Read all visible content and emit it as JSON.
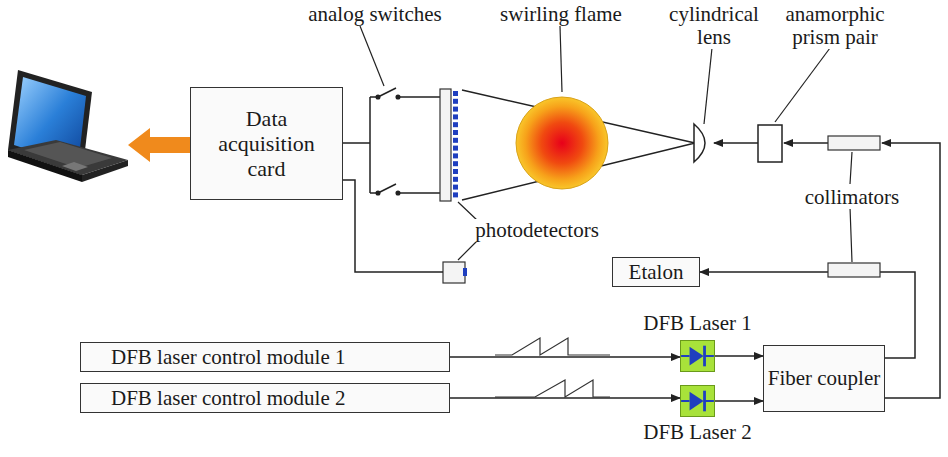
{
  "diagram": {
    "nodes": [
      {
        "text": [
          "Data acquisition card"
        ]
      },
      {
        "text": [
          "Etalon"
        ]
      },
      {
        "text": [
          "DFB Laser 1"
        ]
      },
      {
        "text": [
          "DFB laser control module 1"
        ]
      },
      {
        "text": [
          "DFB laser control module 2"
        ]
      },
      {
        "text": [
          "Fiber coupler"
        ]
      },
      {
        "text": [
          "DFB Laser 2"
        ]
      }
    ],
    "edges": [
      {
        "from": 3,
        "to": 2,
        "arrow": "to"
      },
      {
        "from": 4,
        "to": 6,
        "arrow": "to"
      },
      {
        "from": 2,
        "to": 5,
        "arrow": "to"
      },
      {
        "from": 6,
        "to": 5,
        "arrow": "to"
      },
      {
        "from": 5,
        "to": 1,
        "arrow": "to"
      }
    ],
    "labels": [
      "analog switches",
      "swirling flame",
      "cylindrical lens",
      "anamorphic prism pair",
      "collimators",
      "photodetectors"
    ]
  }
}
